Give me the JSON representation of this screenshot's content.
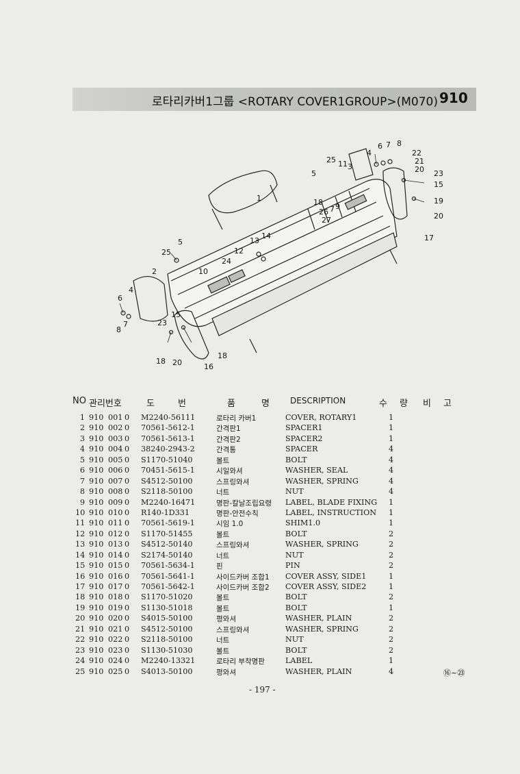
{
  "header": {
    "title": "로타리카버1그룹 <ROTARY COVER1GROUP>(M070)",
    "page_code": "910"
  },
  "diagram": {
    "callouts": [
      "1",
      "2",
      "3",
      "4",
      "5",
      "6",
      "7",
      "8",
      "9",
      "10",
      "11",
      "12",
      "13",
      "14",
      "15",
      "16",
      "17",
      "18",
      "19",
      "20",
      "21",
      "22",
      "23",
      "24",
      "25",
      "26",
      "27"
    ]
  },
  "table": {
    "headers": {
      "no": "NO",
      "mgmt_no": "관리번호",
      "do": "도",
      "beon": "번",
      "pum": "품",
      "myeong": "명",
      "description": "DESCRIPTION",
      "su": "수",
      "ryang": "량",
      "bi": "비",
      "go": "고"
    },
    "rows": [
      {
        "no": "1",
        "grp": "910",
        "seq": "001",
        "rev": "0",
        "part": "M2240-56111",
        "name": "로타리 카버1",
        "desc": "COVER, ROTARY1",
        "qty": "1",
        "note": ""
      },
      {
        "no": "2",
        "grp": "910",
        "seq": "002",
        "rev": "0",
        "part": "70561-5612-1",
        "name": "간격판1",
        "desc": "SPACER1",
        "qty": "1",
        "note": ""
      },
      {
        "no": "3",
        "grp": "910",
        "seq": "003",
        "rev": "0",
        "part": "70561-5613-1",
        "name": "간격판2",
        "desc": "SPACER2",
        "qty": "1",
        "note": ""
      },
      {
        "no": "4",
        "grp": "910",
        "seq": "004",
        "rev": "0",
        "part": "38240-2943-2",
        "name": "간격통",
        "desc": "SPACER",
        "qty": "4",
        "note": ""
      },
      {
        "no": "5",
        "grp": "910",
        "seq": "005",
        "rev": "0",
        "part": "S1170-51040",
        "name": "볼트",
        "desc": "BOLT",
        "qty": "4",
        "note": ""
      },
      {
        "no": "6",
        "grp": "910",
        "seq": "006",
        "rev": "0",
        "part": "70451-5615-1",
        "name": "시일와셔",
        "desc": "WASHER, SEAL",
        "qty": "4",
        "note": ""
      },
      {
        "no": "7",
        "grp": "910",
        "seq": "007",
        "rev": "0",
        "part": "S4512-50100",
        "name": "스프링와셔",
        "desc": "WASHER, SPRING",
        "qty": "4",
        "note": ""
      },
      {
        "no": "8",
        "grp": "910",
        "seq": "008",
        "rev": "0",
        "part": "S2118-50100",
        "name": "너트",
        "desc": "NUT",
        "qty": "4",
        "note": ""
      },
      {
        "no": "9",
        "grp": "910",
        "seq": "009",
        "rev": "0",
        "part": "M2240-16471",
        "name": "명판-칼날조립요령",
        "desc": "LABEL, BLADE FIXING",
        "qty": "1",
        "note": ""
      },
      {
        "no": "10",
        "grp": "910",
        "seq": "010",
        "rev": "0",
        "part": "R140-1D331",
        "name": "명판-안전수칙",
        "desc": "LABEL, INSTRUCTION",
        "qty": "1",
        "note": ""
      },
      {
        "no": "11",
        "grp": "910",
        "seq": "011",
        "rev": "0",
        "part": "70561-5619-1",
        "name": "시임 1.0",
        "desc": "SHIM1.0",
        "qty": "1",
        "note": ""
      },
      {
        "no": "12",
        "grp": "910",
        "seq": "012",
        "rev": "0",
        "part": "S1170-51455",
        "name": "볼트",
        "desc": "BOLT",
        "qty": "2",
        "note": ""
      },
      {
        "no": "13",
        "grp": "910",
        "seq": "013",
        "rev": "0",
        "part": "S4512-50140",
        "name": "스프링와셔",
        "desc": "WASHER, SPRING",
        "qty": "2",
        "note": ""
      },
      {
        "no": "14",
        "grp": "910",
        "seq": "014",
        "rev": "0",
        "part": "S2174-50140",
        "name": "너트",
        "desc": "NUT",
        "qty": "2",
        "note": ""
      },
      {
        "no": "15",
        "grp": "910",
        "seq": "015",
        "rev": "0",
        "part": "70561-5634-1",
        "name": "핀",
        "desc": "PIN",
        "qty": "2",
        "note": ""
      },
      {
        "no": "16",
        "grp": "910",
        "seq": "016",
        "rev": "0",
        "part": "70561-5641-1",
        "name": "사이드카버 조합1",
        "desc": "COVER ASSY, SIDE1",
        "qty": "1",
        "note": ""
      },
      {
        "no": "17",
        "grp": "910",
        "seq": "017",
        "rev": "0",
        "part": "70561-5642-1",
        "name": "사이드카버 조합2",
        "desc": "COVER ASSY, SIDE2",
        "qty": "1",
        "note": ""
      },
      {
        "no": "18",
        "grp": "910",
        "seq": "018",
        "rev": "0",
        "part": "S1170-51020",
        "name": "볼트",
        "desc": "BOLT",
        "qty": "2",
        "note": ""
      },
      {
        "no": "19",
        "grp": "910",
        "seq": "019",
        "rev": "0",
        "part": "S1130-51018",
        "name": "볼트",
        "desc": "BOLT",
        "qty": "1",
        "note": ""
      },
      {
        "no": "20",
        "grp": "910",
        "seq": "020",
        "rev": "0",
        "part": "S4015-50100",
        "name": "평와셔",
        "desc": "WASHER, PLAIN",
        "qty": "2",
        "note": ""
      },
      {
        "no": "21",
        "grp": "910",
        "seq": "021",
        "rev": "0",
        "part": "S4512-50100",
        "name": "스프링와셔",
        "desc": "WASHER, SPRING",
        "qty": "2",
        "note": ""
      },
      {
        "no": "22",
        "grp": "910",
        "seq": "022",
        "rev": "0",
        "part": "S2118-50100",
        "name": "너트",
        "desc": "NUT",
        "qty": "2",
        "note": ""
      },
      {
        "no": "23",
        "grp": "910",
        "seq": "023",
        "rev": "0",
        "part": "S1130-51030",
        "name": "볼트",
        "desc": "BOLT",
        "qty": "2",
        "note": ""
      },
      {
        "no": "24",
        "grp": "910",
        "seq": "024",
        "rev": "0",
        "part": "M2240-13321",
        "name": "로타리 부착명판",
        "desc": "LABEL",
        "qty": "1",
        "note": ""
      },
      {
        "no": "25",
        "grp": "910",
        "seq": "025",
        "rev": "0",
        "part": "S4013-50100",
        "name": "평와셔",
        "desc": "WASHER, PLAIN",
        "qty": "4",
        "note": "⑯~㉓"
      }
    ]
  },
  "footer": {
    "page_number": "- 197 -"
  }
}
